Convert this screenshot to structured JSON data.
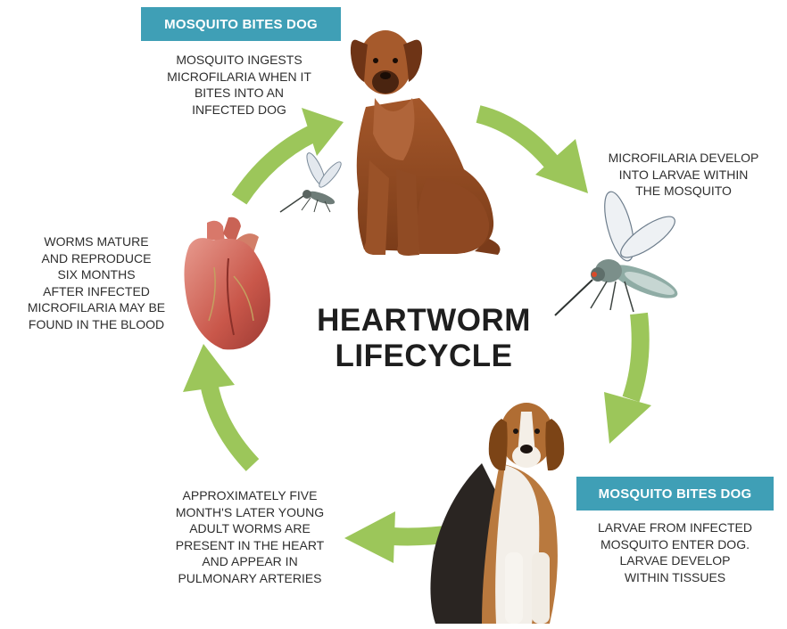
{
  "title": {
    "line1": "HEARTWORM",
    "line2": "LIFECYCLE"
  },
  "badges": {
    "top": "MOSQUITO BITES DOG",
    "bottom_right": "MOSQUITO BITES DOG"
  },
  "captions": {
    "top": [
      "MOSQUITO INGESTS",
      "MICROFILARIA WHEN IT",
      "BITES INTO AN",
      "INFECTED DOG"
    ],
    "right": [
      "MICROFILARIA DEVELOP",
      "INTO LARVAE WITHIN",
      "THE MOSQUITO"
    ],
    "bottom_right": [
      "LARVAE FROM INFECTED",
      "MOSQUITO ENTER DOG.",
      "LARVAE DEVELOP",
      "WITHIN TISSUES"
    ],
    "bottom_left": [
      "APPROXIMATELY FIVE",
      "MONTH'S LATER YOUNG",
      "ADULT WORMS ARE",
      "PRESENT IN THE HEART",
      "AND APPEAR IN",
      "PULMONARY ARTERIES"
    ],
    "left": [
      "WORMS MATURE",
      "AND REPRODUCE",
      "SIX MONTHS",
      "AFTER INFECTED",
      "MICROFILARIA MAY BE",
      "FOUND IN THE BLOOD"
    ]
  },
  "colors": {
    "arrow": "#9cc65a",
    "badge": "#3f9fb6",
    "text": "#2e2e2e"
  },
  "illustrations": [
    "brown-dog-illustration",
    "mosquito-small-icon",
    "mosquito-large-icon",
    "beagle-illustration",
    "heart-illustration"
  ]
}
